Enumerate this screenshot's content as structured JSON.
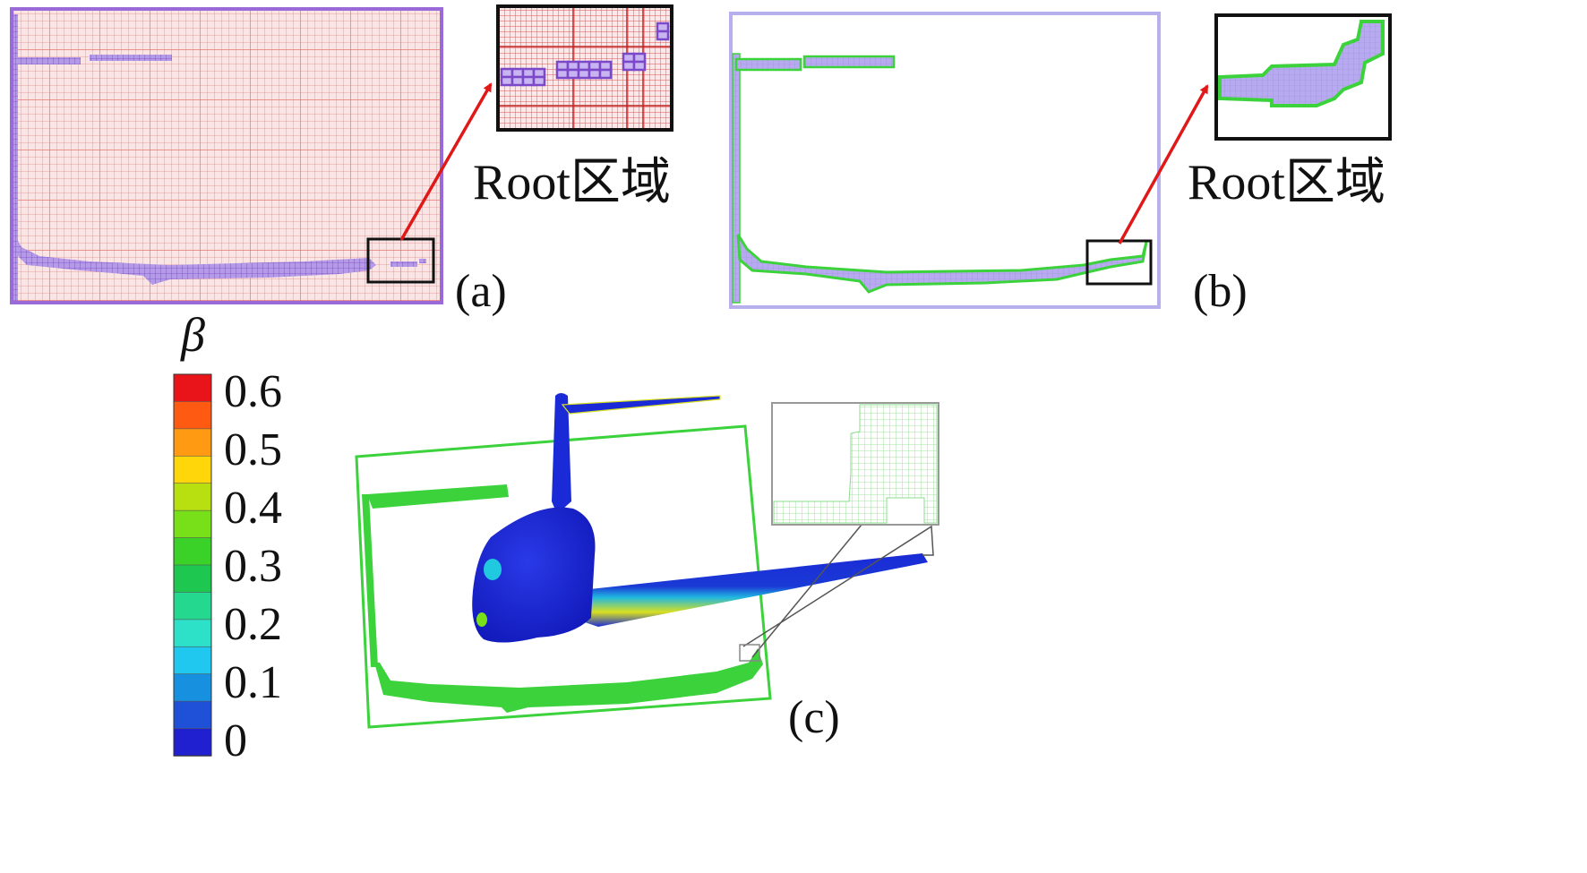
{
  "panels": {
    "a": {
      "label": "(a)",
      "inset_caption": "Root区域"
    },
    "b": {
      "label": "(b)",
      "inset_caption": "Root区域"
    },
    "c": {
      "label": "(c)"
    }
  },
  "colorbar": {
    "symbol": "β",
    "ticks": [
      "0.6",
      "0.5",
      "0.4",
      "0.3",
      "0.2",
      "0.1",
      "0"
    ],
    "colors": [
      "#e8141a",
      "#ff5a12",
      "#ff9a12",
      "#ffd60a",
      "#b8e010",
      "#78e018",
      "#3ad228",
      "#1ec850",
      "#25d890",
      "#2de0c8",
      "#20c8f0",
      "#1890e0",
      "#1e50d8",
      "#2020d0"
    ]
  },
  "colors": {
    "mesh_red": "#e05050",
    "mesh_purple": "#8a58d0",
    "cell_green": "#3cd23c",
    "cell_lavender": "#a898e8",
    "body_blue": "#1a2ad6",
    "arrow_red": "#e01818"
  }
}
